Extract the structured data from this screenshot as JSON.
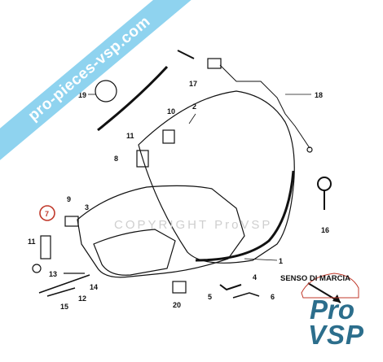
{
  "watermark": {
    "ribbon_text": "pro-pieces-vsp.com",
    "copyright_text": "COPYRIGHT ProVSP"
  },
  "direction_label": "SENSO DI MARCIA",
  "logo": {
    "line1": "Pro",
    "line2": "VSP"
  },
  "callouts": {
    "c1": "1",
    "c2": "2",
    "c3": "3",
    "c4": "4",
    "c5": "5",
    "c6": "6",
    "c7": "7",
    "c8": "8",
    "c9": "9",
    "c10": "10",
    "c11a": "11",
    "c11b": "11",
    "c12": "12",
    "c13": "13",
    "c14": "14",
    "c15": "15",
    "c16": "16",
    "c17": "17",
    "c18": "18",
    "c19": "19",
    "c20": "20"
  },
  "colors": {
    "accent_ring": "#c0392b",
    "ribbon": "#8fd3ef",
    "logo": "#2c6e8c"
  }
}
